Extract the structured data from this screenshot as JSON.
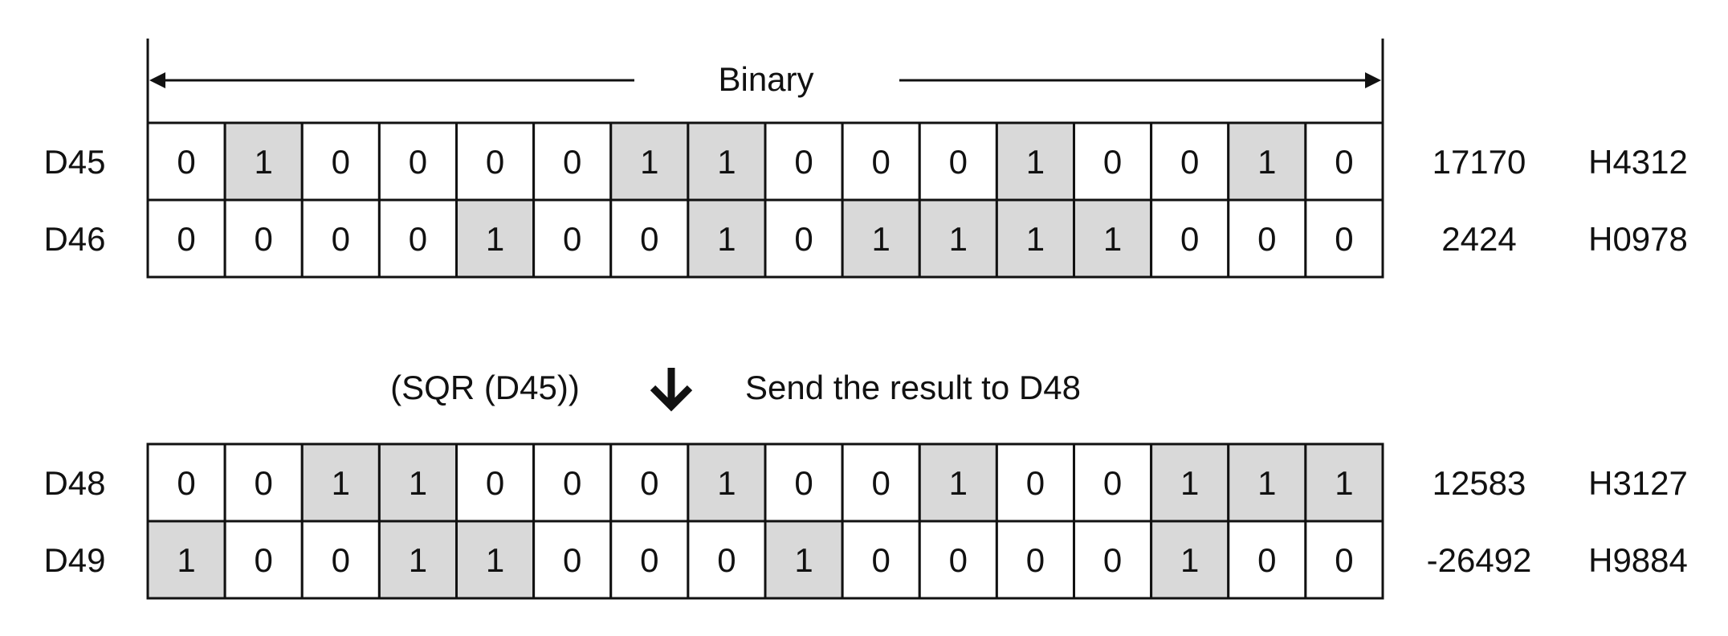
{
  "header": {
    "label": "Binary"
  },
  "operation": {
    "left_label": "(SQR (D45))",
    "right_label": "Send the result to D48",
    "arrow_icon": "down-arrow-icon"
  },
  "colors": {
    "set_bit_fill": "#d9d9d9",
    "clear_bit_fill": "#ffffff",
    "stroke": "#111111"
  },
  "registers": [
    {
      "name": "D45",
      "bits": [
        "0",
        "1",
        "0",
        "0",
        "0",
        "0",
        "1",
        "1",
        "0",
        "0",
        "0",
        "1",
        "0",
        "0",
        "1",
        "0"
      ],
      "decimal": "17170",
      "hex": "H4312"
    },
    {
      "name": "D46",
      "bits": [
        "0",
        "0",
        "0",
        "0",
        "1",
        "0",
        "0",
        "1",
        "0",
        "1",
        "1",
        "1",
        "1",
        "0",
        "0",
        "0"
      ],
      "decimal": "2424",
      "hex": "H0978"
    },
    {
      "name": "D48",
      "bits": [
        "0",
        "0",
        "1",
        "1",
        "0",
        "0",
        "0",
        "1",
        "0",
        "0",
        "1",
        "0",
        "0",
        "1",
        "1",
        "1"
      ],
      "decimal": "12583",
      "hex": "H3127"
    },
    {
      "name": "D49",
      "bits": [
        "1",
        "0",
        "0",
        "1",
        "1",
        "0",
        "0",
        "0",
        "1",
        "0",
        "0",
        "0",
        "0",
        "1",
        "0",
        "0"
      ],
      "decimal": "-26492",
      "hex": "H9884"
    }
  ]
}
